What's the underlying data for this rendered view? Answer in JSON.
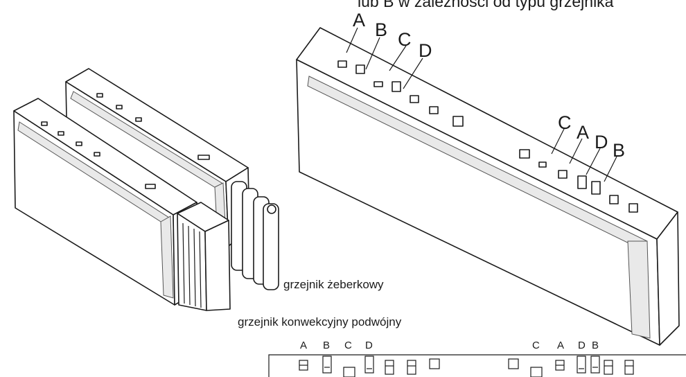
{
  "header_text": "lub B w zależności od typu grzejnika",
  "main_labels": {
    "left_group": [
      "A",
      "B",
      "C",
      "D"
    ],
    "right_group": [
      "C",
      "A",
      "D",
      "B"
    ]
  },
  "captions": {
    "fin_radiator": "grzejnik żeberkowy",
    "double_convector": "grzejnik konwekcyjny podwójny"
  },
  "strip_labels": {
    "left_group": [
      "A",
      "B",
      "C",
      "D"
    ],
    "right_group": [
      "C",
      "A",
      "D",
      "B"
    ]
  },
  "colors": {
    "ink": "#1a1a1a",
    "background": "#ffffff",
    "foam": "#e9e9e9"
  }
}
